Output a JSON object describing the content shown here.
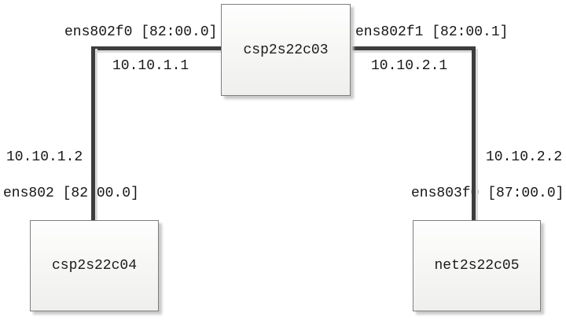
{
  "nodes": {
    "top": {
      "label": "csp2s22c03"
    },
    "bottom_left": {
      "label": "csp2s22c04"
    },
    "bottom_right": {
      "label": "net2s22c05"
    }
  },
  "links": {
    "left": {
      "top_interface": "ens802f0 [82:00.0]",
      "top_ip": "10.10.1.1",
      "bottom_ip": "10.10.1.2",
      "bottom_interface": "ens802 [82:00.0]"
    },
    "right": {
      "top_interface": "ens802f1 [82:00.1]",
      "top_ip": "10.10.2.1",
      "bottom_ip": "10.10.2.2",
      "bottom_interface": "ens803f0 [87:00.0]"
    }
  },
  "colors": {
    "background": "#ffffff",
    "edge_line": "#3d3d3d",
    "edge_shadow": "#dcdcdc",
    "node_border": "#7e7e7e",
    "node_fill_top": "#fefefe",
    "node_fill_bottom": "#efefee",
    "node_shadow": "#c9c9c9",
    "text": "#161616"
  }
}
